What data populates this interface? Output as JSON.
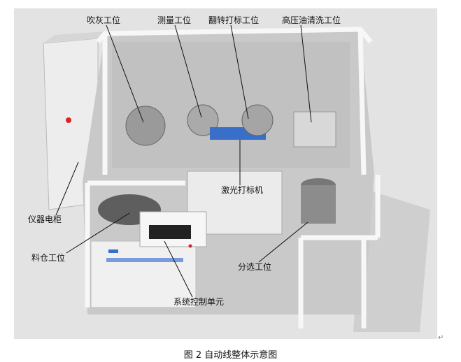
{
  "figure": {
    "labels": {
      "blow": "吹灰工位",
      "measure": "测量工位",
      "flip_mark": "翻转打标工位",
      "wash": "高压油清洗工位",
      "laser": "激光打标机",
      "cabinet": "仪器电柜",
      "hopper": "料仓工位",
      "sort": "分选工位",
      "control": "系统控制单元"
    },
    "caption": "图 2  自动线整体示意图",
    "return_mark": "↵"
  },
  "colors": {
    "floor": "#d9d9d9",
    "frame": "#f2f2f2",
    "accent_blue": "#3a6fc9"
  }
}
